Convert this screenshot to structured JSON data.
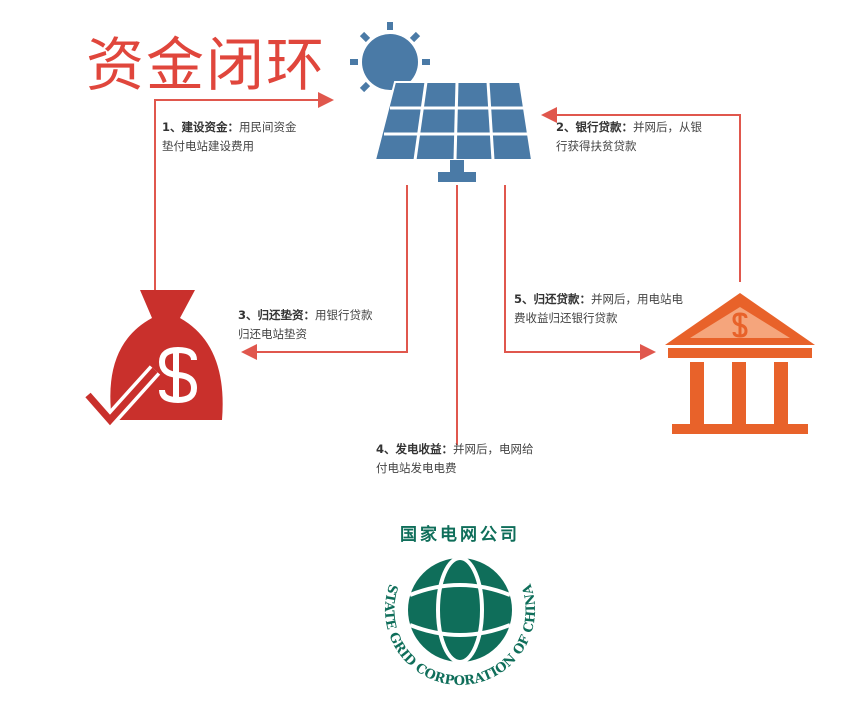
{
  "title": "资金闭环",
  "steps": [
    {
      "label": "1、建设资金：",
      "text1": "用民间资金",
      "text2": "垫付电站建设费用"
    },
    {
      "label": "2、银行贷款：",
      "text1": "并网后，从银",
      "text2": "行获得扶贫贷款"
    },
    {
      "label": "3、归还垫资：",
      "text1": "用银行贷款",
      "text2": "归还电站垫资"
    },
    {
      "label": "4、发电收益：",
      "text1": "并网后，电网给",
      "text2": "付电站发电电费"
    },
    {
      "label": "5、归还贷款：",
      "text1": "并网后，用电站电",
      "text2": "费收益归还银行贷款"
    }
  ],
  "logo": {
    "cn": "国家电网公司",
    "en": "STATE GRID CORPORATION OF CHINA"
  },
  "colors": {
    "line": "#e0574d",
    "title": "#e0463c",
    "panel": "#4a7aa6",
    "bag": "#c9302c",
    "bank": "#e8622a",
    "logo": "#0f6e5a"
  }
}
